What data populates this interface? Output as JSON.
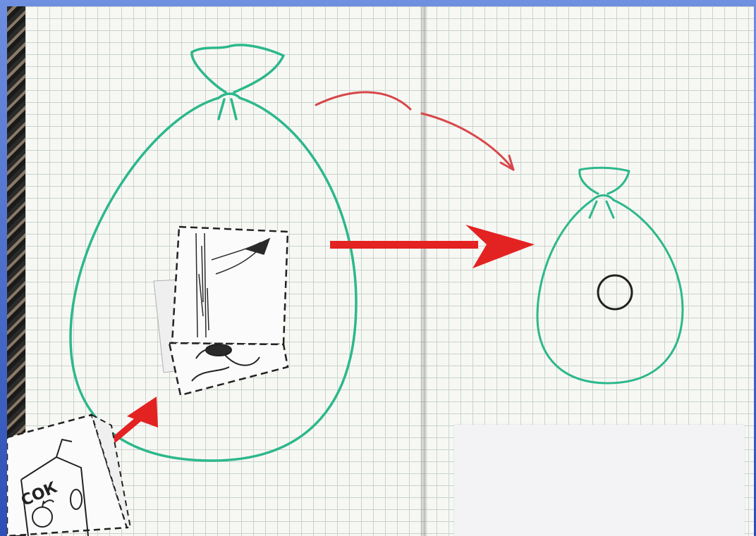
{
  "scene": {
    "type": "photo",
    "subject": "notebook"
  },
  "cards": [
    {
      "id": "tree-card",
      "picture": "tree-with-hollow"
    },
    {
      "id": "juice-card",
      "text": "СОК",
      "picture": "juice-box"
    }
  ],
  "small_bag_symbol": "circle",
  "colors": {
    "frame_blue": "#2b4fb5",
    "bag_green": "#2cb88c",
    "arrow_red": "#e32222",
    "curve_red": "#d8474a",
    "ink": "#222222"
  }
}
